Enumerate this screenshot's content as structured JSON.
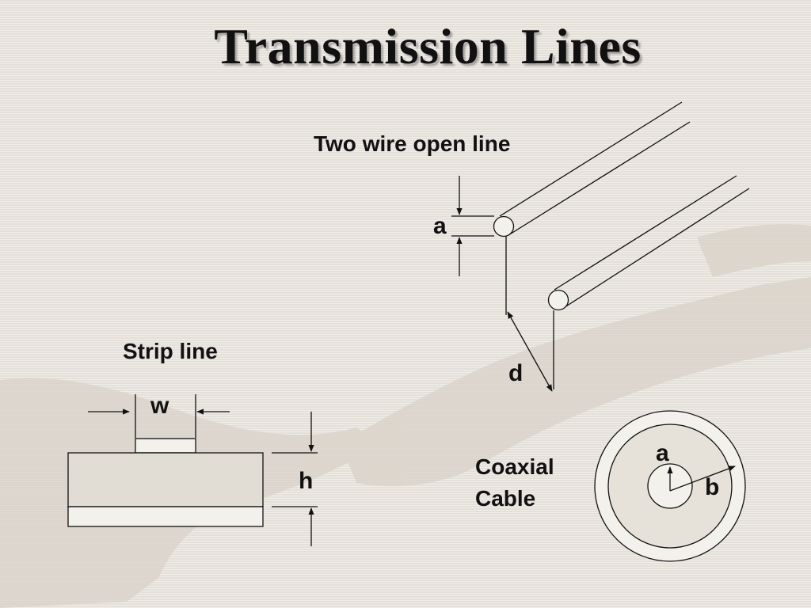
{
  "title": "Transmission Lines",
  "two_wire": {
    "caption": "Two wire open line",
    "radius_label": "a",
    "separation_label": "d"
  },
  "strip": {
    "caption": "Strip line",
    "width_label": "w",
    "height_label": "h"
  },
  "coax": {
    "caption_line1": "Coaxial",
    "caption_line2": "Cable",
    "inner_label": "a",
    "outer_label": "b"
  },
  "colors": {
    "line": "#111111",
    "background": "#e9e5de",
    "fill_light": "#f3f1ec",
    "dielectric": "#e1ddd4",
    "watermark": "#d8d2c8"
  }
}
